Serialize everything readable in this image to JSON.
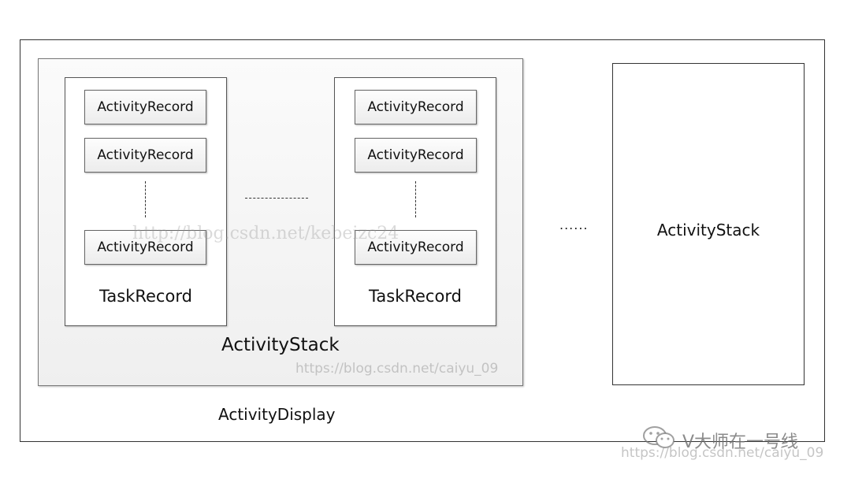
{
  "diagram": {
    "outer_label": "ActivityDisplay",
    "stack_label": "ActivityStack",
    "task_label": "TaskRecord",
    "record_label": "ActivityRecord",
    "dots_between_tasks": "-----------------",
    "dots_between_stacks": "......",
    "second_stack_label": "ActivityStack"
  },
  "watermarks": {
    "blog_a": "http://blog.csdn.net/kebeizc24",
    "blog_b": "https://blog.csdn.net/caiyu_09",
    "wechat": "V大师在一号线",
    "blog_c": "https://blog.csdn.net/caiyu_09",
    "wechat_icon": "wechat-icon"
  },
  "colors": {
    "border": "#333333",
    "box_fill": "#efefef"
  }
}
